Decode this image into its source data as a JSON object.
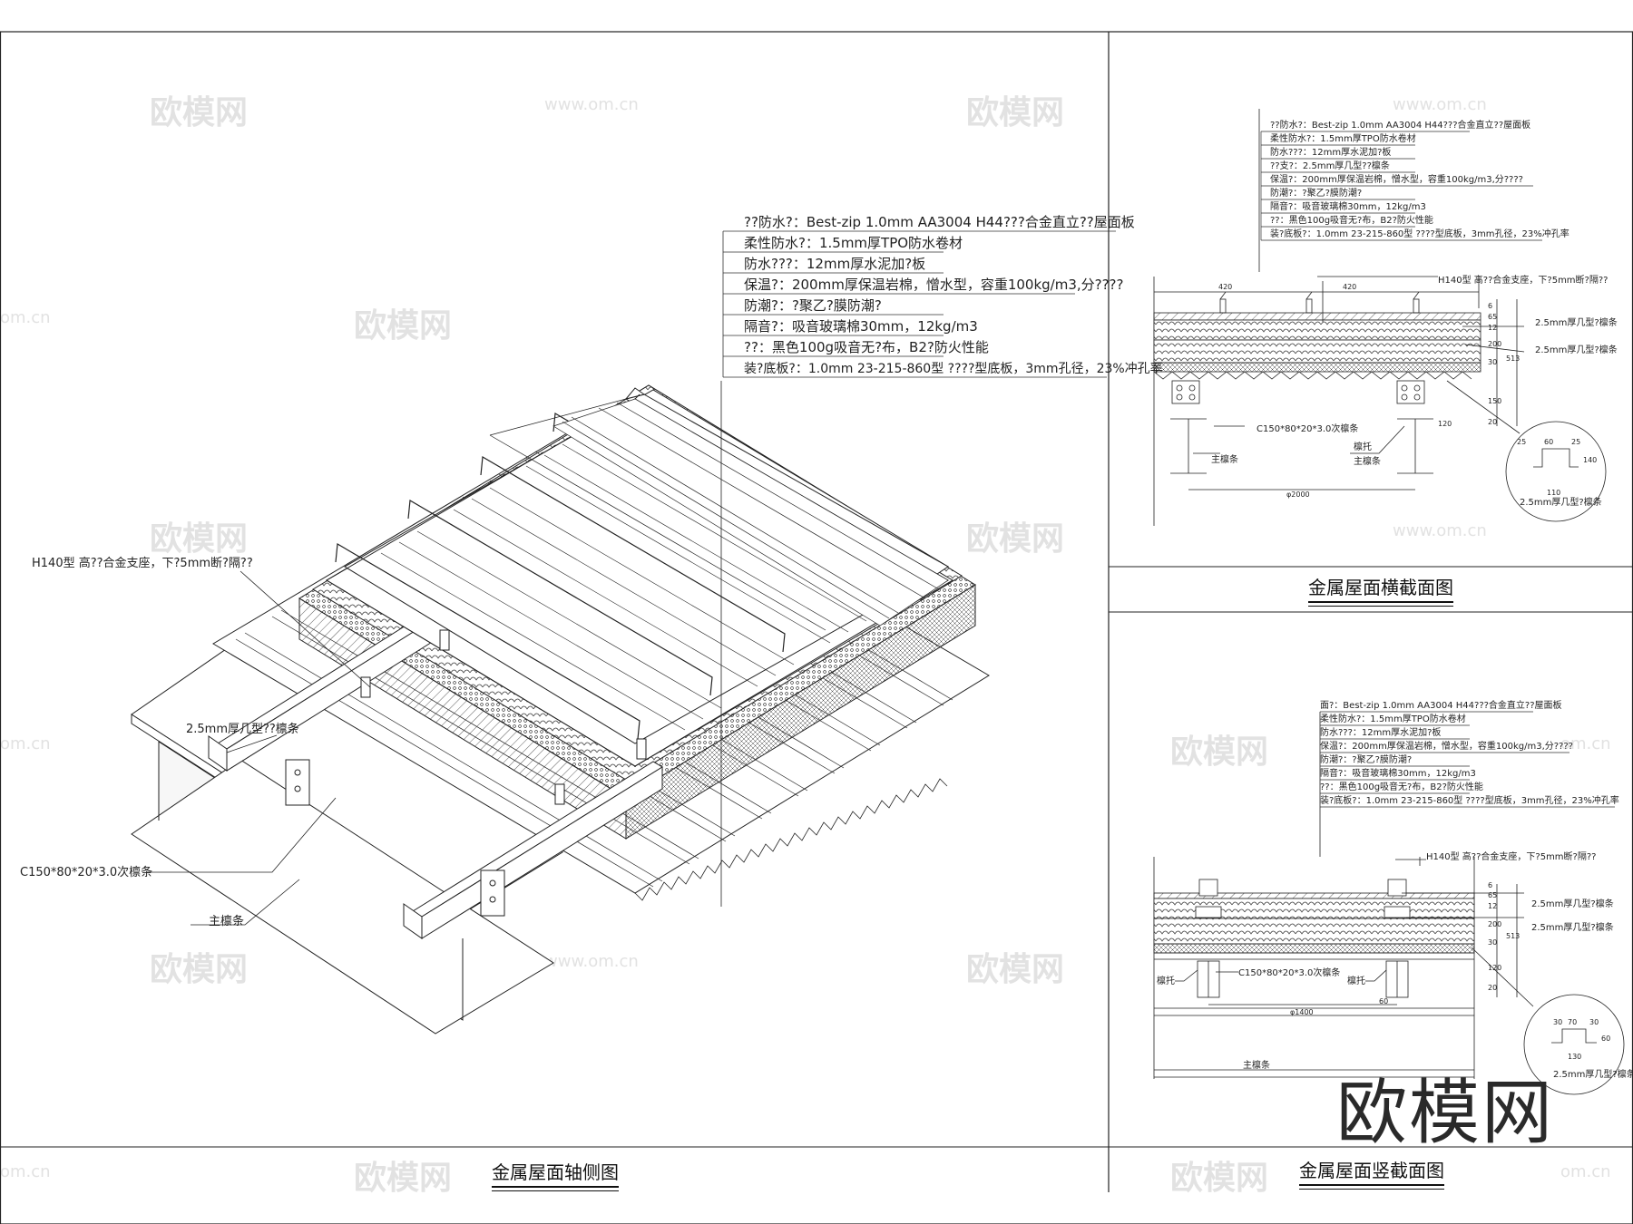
{
  "watermarks": {
    "cn": "欧模网",
    "url": "www.om.cn",
    "edge": "om.cn"
  },
  "brand_logo": "欧模网",
  "panels": {
    "axonometric": {
      "title": "金属屋面轴侧图",
      "layers": [
        "??防水?：Best-zip 1.0mm AA3004 H44???合金直立??屋面板",
        "柔性防水?：1.5mm厚TPO防水卷材",
        "防水???：12mm厚水泥加?板",
        "保温?：200mm厚保温岩棉，憎水型，容重100kg/m3,分????",
        "防潮?：?聚乙?膜防潮?",
        "隔音?：吸音玻璃棉30mm，12kg/m3",
        "??：黑色100g吸音无?布，B2?防火性能",
        "装?底板?：1.0mm 23-215-860型 ????型底板，3mm孔径，23%冲孔率"
      ],
      "callouts": {
        "support": "H140型 高??合金支座，下?5mm断?隔??",
        "omega": "2.5mm厚几型??檩条",
        "secondary": "C150*80*20*3.0次檩条",
        "main": "主檩条"
      }
    },
    "cross_section": {
      "title": "金属屋面横截面图",
      "layers": [
        "??防水?：Best-zip 1.0mm AA3004 H44???合金直立??屋面板",
        "柔性防水?：1.5mm厚TPO防水卷材",
        "防水???：12mm厚水泥加?板",
        "??支?：2.5mm厚几型??檩条",
        "保温?：200mm厚保温岩棉，憎水型，容重100kg/m3,分????",
        "防潮?：?聚乙?膜防潮?",
        "隔音?：吸音玻璃棉30mm，12kg/m3",
        "??：黑色100g吸音无?布，B2?防火性能",
        "装?底板?：1.0mm 23-215-860型 ????型底板，3mm孔径，23%冲孔率"
      ],
      "callouts": {
        "support": "H140型 高??合金支座，下?5mm断?隔??",
        "omega1": "2.5mm厚几型?檩条",
        "omega2": "2.5mm厚几型?檩条",
        "secondary": "C150*80*20*3.0次檩条",
        "brace": "檩托",
        "main": "主檩条",
        "detail": "2.5mm厚几型?檩条"
      },
      "dims": {
        "span1": "420",
        "span2": "420",
        "bay": "φ2000",
        "t1": "6",
        "t2": "65",
        "t3": "12",
        "t4": "200",
        "t5": "30",
        "t6": "513",
        "t7": "150",
        "t8": "20",
        "d1": "25",
        "d2": "60",
        "d3": "25",
        "d4": "140",
        "d5": "110",
        "brace_w": "120"
      }
    },
    "longitudinal": {
      "title": "金属屋面竖截面图",
      "layers": [
        "面?：Best-zip 1.0mm AA3004 H44???合金直立??屋面板",
        "柔性防水?：1.5mm厚TPO防水卷材",
        "防水???：12mm厚水泥加?板",
        "保温?：200mm厚保温岩棉，憎水型，容重100kg/m3,分????",
        "防潮?：?聚乙?膜防潮?",
        "隔音?：吸音玻璃棉30mm，12kg/m3",
        "??：黑色100g吸音无?布，B2?防火性能",
        "装?底板?：1.0mm 23-215-860型 ????型底板，3mm孔径，23%冲孔率"
      ],
      "callouts": {
        "support": "H140型 高??合金支座，下?5mm断?隔??",
        "omega1": "2.5mm厚几型?檩条",
        "omega2": "2.5mm厚几型?檩条",
        "secondary": "C150*80*20*3.0次檩条",
        "brace1": "檩托",
        "brace2": "檩托",
        "main": "主檩条",
        "detail": "2.5mm厚几型?檩条"
      },
      "dims": {
        "bay": "φ1400",
        "w": "60",
        "t1": "6",
        "t2": "65",
        "t3": "12",
        "t4": "200",
        "t5": "30",
        "t6": "513",
        "t7": "120",
        "t8": "20",
        "d1": "30",
        "d2": "70",
        "d3": "30",
        "d4": "60",
        "d5": "130"
      }
    }
  }
}
